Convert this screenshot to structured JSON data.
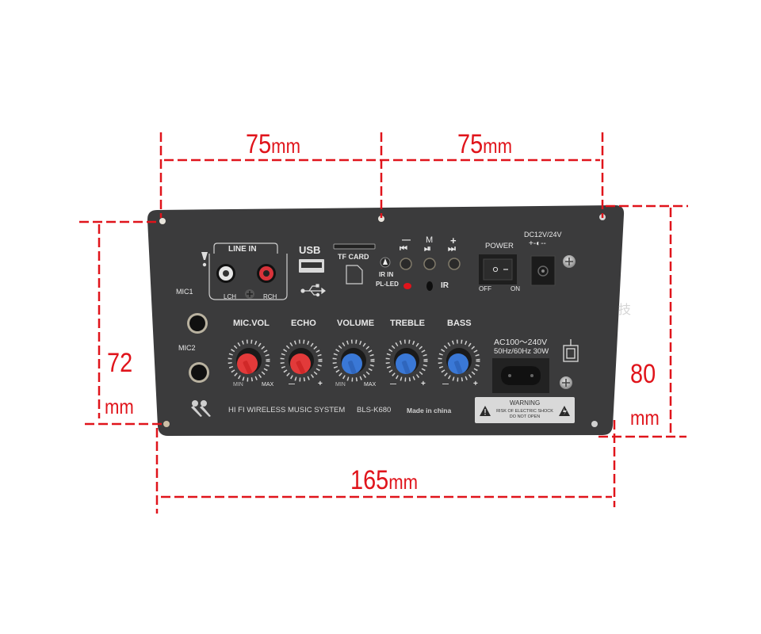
{
  "dimensions": {
    "top_left_span": {
      "value": "75",
      "unit": "mm"
    },
    "top_right_span": {
      "value": "75",
      "unit": "mm"
    },
    "left_height": {
      "value": "72",
      "unit": "mm"
    },
    "right_height": {
      "value": "80",
      "unit": "mm"
    },
    "bottom_width": {
      "value": "165",
      "unit": "mm"
    },
    "line_color": "#e0141b"
  },
  "panel": {
    "color": "#3a3a3a",
    "inputs": {
      "line_in_label": "LINE IN",
      "lch_label": "LCH",
      "rch_label": "RCH",
      "usb_label": "USB",
      "tf_card_label": "TF CARD",
      "mic1_label": "MIC1",
      "mic2_label": "MIC2",
      "ir_in_label": "IR IN",
      "pl_led_label": "PL-LED",
      "ir_label": "IR"
    },
    "transport_buttons": [
      {
        "top": "—",
        "glyph": "⏮",
        "name": "previous"
      },
      {
        "top": "M",
        "glyph": "⏯",
        "name": "play-pause"
      },
      {
        "top": "+",
        "glyph": "⏭",
        "name": "next"
      }
    ],
    "power": {
      "label": "POWER",
      "off_label": "OFF",
      "on_label": "ON",
      "dc_label": "DC12V/24V",
      "polarity": "+-◐--"
    },
    "knobs": [
      {
        "label": "MIC.VOL",
        "min": "MIN",
        "max": "MAX",
        "color": "#e23a3a"
      },
      {
        "label": "ECHO",
        "min": "—",
        "max": "+",
        "color": "#e23a3a"
      },
      {
        "label": "VOLUME",
        "min": "MIN",
        "max": "MAX",
        "color": "#3a78d6"
      },
      {
        "label": "TREBLE",
        "min": "—",
        "max": "+",
        "color": "#3a78d6"
      },
      {
        "label": "BASS",
        "min": "—",
        "max": "+",
        "color": "#3a78d6"
      }
    ],
    "ac_input": {
      "line1": "AC100～240V",
      "line2": "50Hz/60Hz 30W"
    },
    "branding": {
      "system_name": "HI FI WIRELESS MUSIC SYSTEM",
      "model": "BLS-K680",
      "origin": "Made in china"
    },
    "warning": {
      "title": "WARNING",
      "line1": "RISK OF ELECTRIC SHOCK",
      "line2": "DO NOT OPEN"
    }
  },
  "watermark": "技"
}
